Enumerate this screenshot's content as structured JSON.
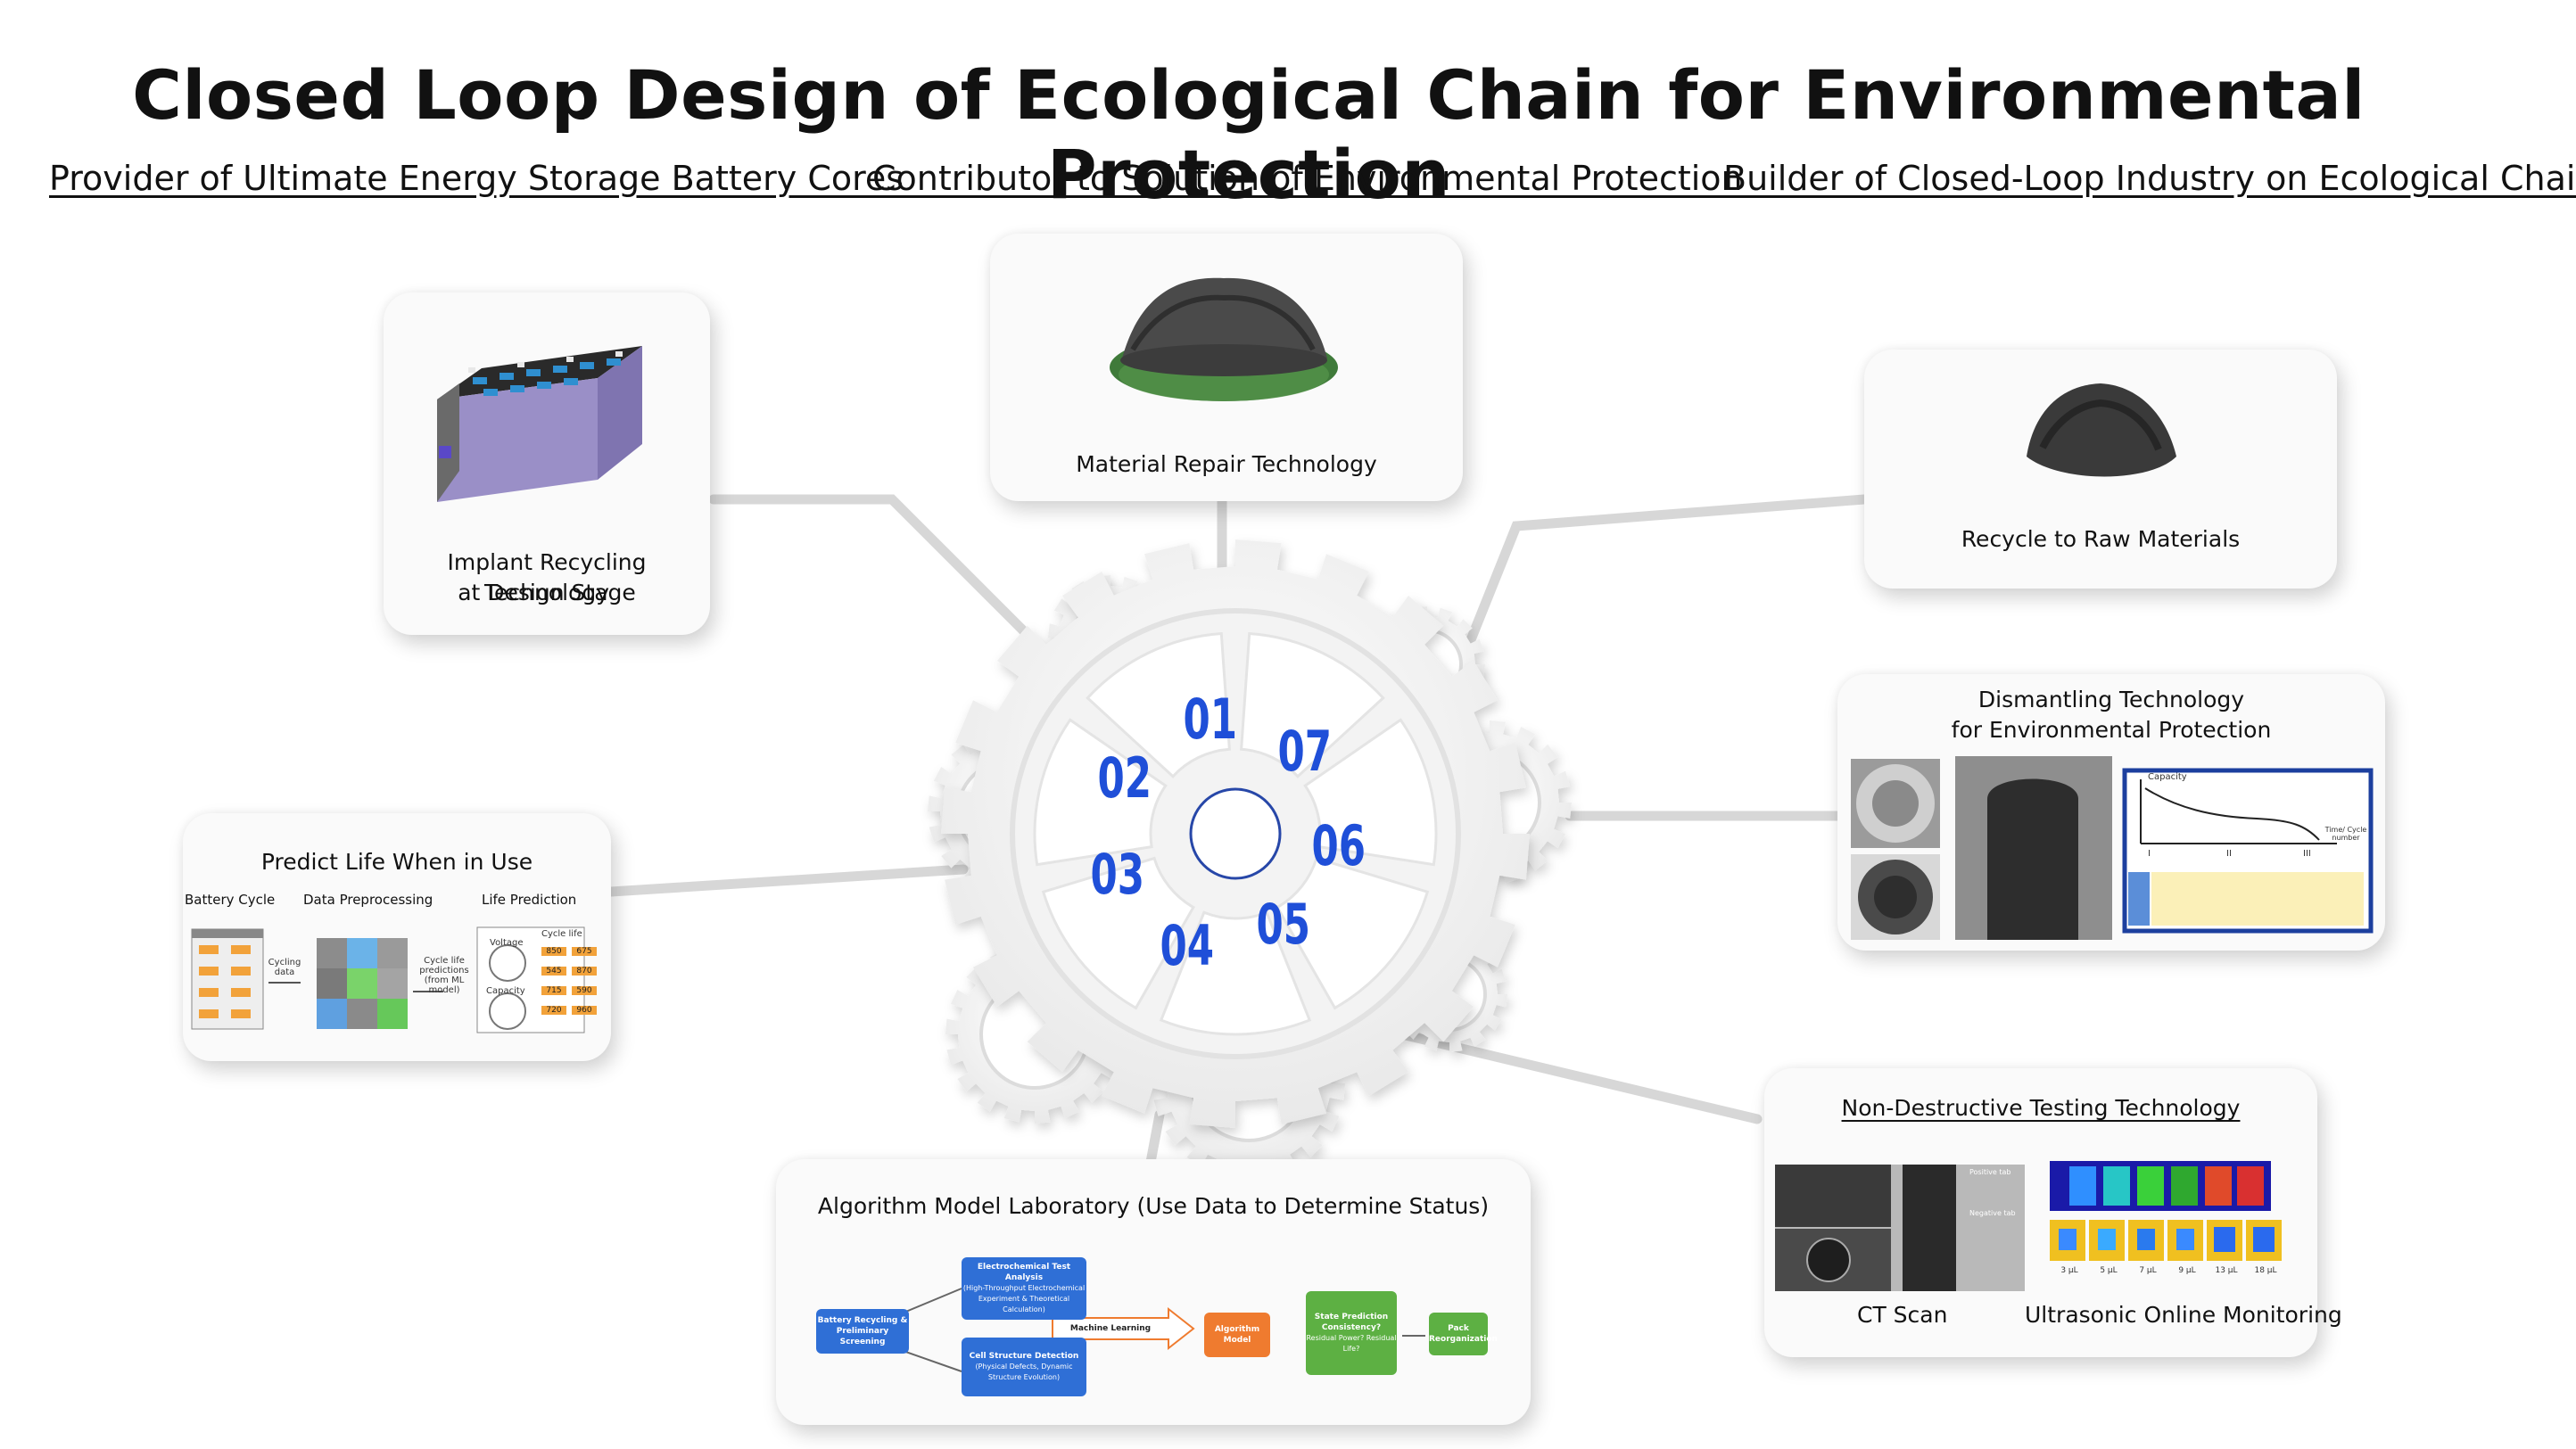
{
  "title": "Closed Loop Design of Ecological Chain for Environmental Protection",
  "subtitles": [
    "Provider of Ultimate Energy Storage Battery Cores",
    "Contributor to Solution of Environmental Protection",
    "Builder of Closed-Loop Industry on Ecological Chain"
  ],
  "gear_numbers": [
    "01",
    "07",
    "02",
    "06",
    "03",
    "05",
    "04"
  ],
  "cards": {
    "implant": {
      "line1": "Implant Recycling Technology",
      "line2": "at Design Stage"
    },
    "material_repair": {
      "caption": "Material Repair Technology"
    },
    "recycle": {
      "caption": "Recycle to Raw Materials"
    },
    "dismantling": {
      "line1": "Dismantling Technology",
      "line2": "for Environmental Protection",
      "chart_label": "Capacity",
      "axis_end": "Time/ Cycle number",
      "phases": [
        "I",
        "II",
        "III"
      ]
    },
    "predict": {
      "caption": "Predict Life When in Use",
      "labels": [
        "Battery Cycle",
        "Data Preprocessing",
        "Life Prediction"
      ],
      "cycling_data": "Cycling data",
      "prediction_note": "Cycle life predictions (from ML model)",
      "voltage": "Voltage",
      "capacity": "Capacity",
      "cycle_life": "Cycle life",
      "life_values": [
        "850",
        "675",
        "545",
        "870",
        "715",
        "590",
        "720",
        "960"
      ]
    },
    "algorithm": {
      "caption": "Algorithm Model Laboratory (Use Data to Determine Status)",
      "nodes": {
        "start": "Battery Recycling & Preliminary Screening",
        "eta_title": "Electrochemical Test Analysis",
        "eta_sub": "(High-Throughput Electrochemical Experiment & Theoretical Calculation)",
        "csd_title": "Cell Structure Detection",
        "csd_sub": "(Physical Defects, Dynamic Structure Evolution)",
        "ml": "Machine Learning",
        "model": "Algorithm Model",
        "spc_title": "State Prediction Consistency?",
        "spc_sub": "Residual Power? Residual Life?",
        "pack": "Pack Reorganization"
      }
    },
    "ndt": {
      "caption": "Non-Destructive Testing Technology",
      "ct": "CT Scan",
      "ultra": "Ultrasonic Online Monitoring",
      "ct_labels": [
        "Positive tab",
        "Negative tab"
      ],
      "ultra_labels": [
        "3 μL",
        "5 μL",
        "7 μL",
        "9 μL",
        "13 μL",
        "18 μL"
      ]
    }
  },
  "colors": {
    "number_blue": "#1f4fd8",
    "flow_blue": "#2f6fd6",
    "flow_orange": "#ef7b2f",
    "flow_green": "#5db043"
  }
}
